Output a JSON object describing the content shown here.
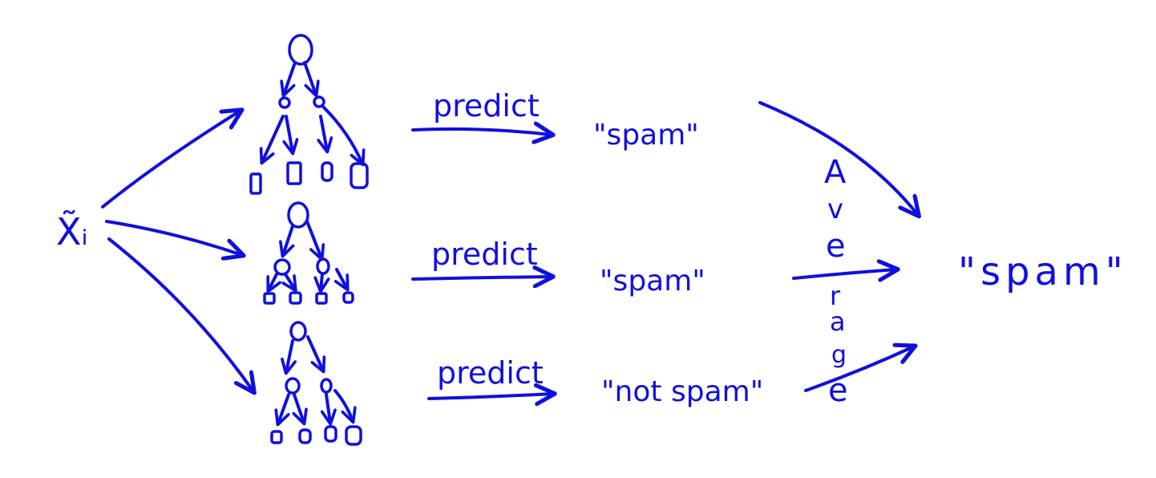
{
  "input_label": "X̃ᵢ",
  "trees": [
    {
      "action": "predict",
      "prediction": "\"spam\""
    },
    {
      "action": "predict",
      "prediction": "\"spam\""
    },
    {
      "action": "predict",
      "prediction": "\"not spam\""
    }
  ],
  "aggregate_label": "Average",
  "aggregate_letters": [
    "A",
    "v",
    "e",
    "r",
    "a",
    "g",
    "e"
  ],
  "final_output": "\"spam\"",
  "colors": {
    "ink": "#1010dd",
    "background": "#ffffff"
  }
}
